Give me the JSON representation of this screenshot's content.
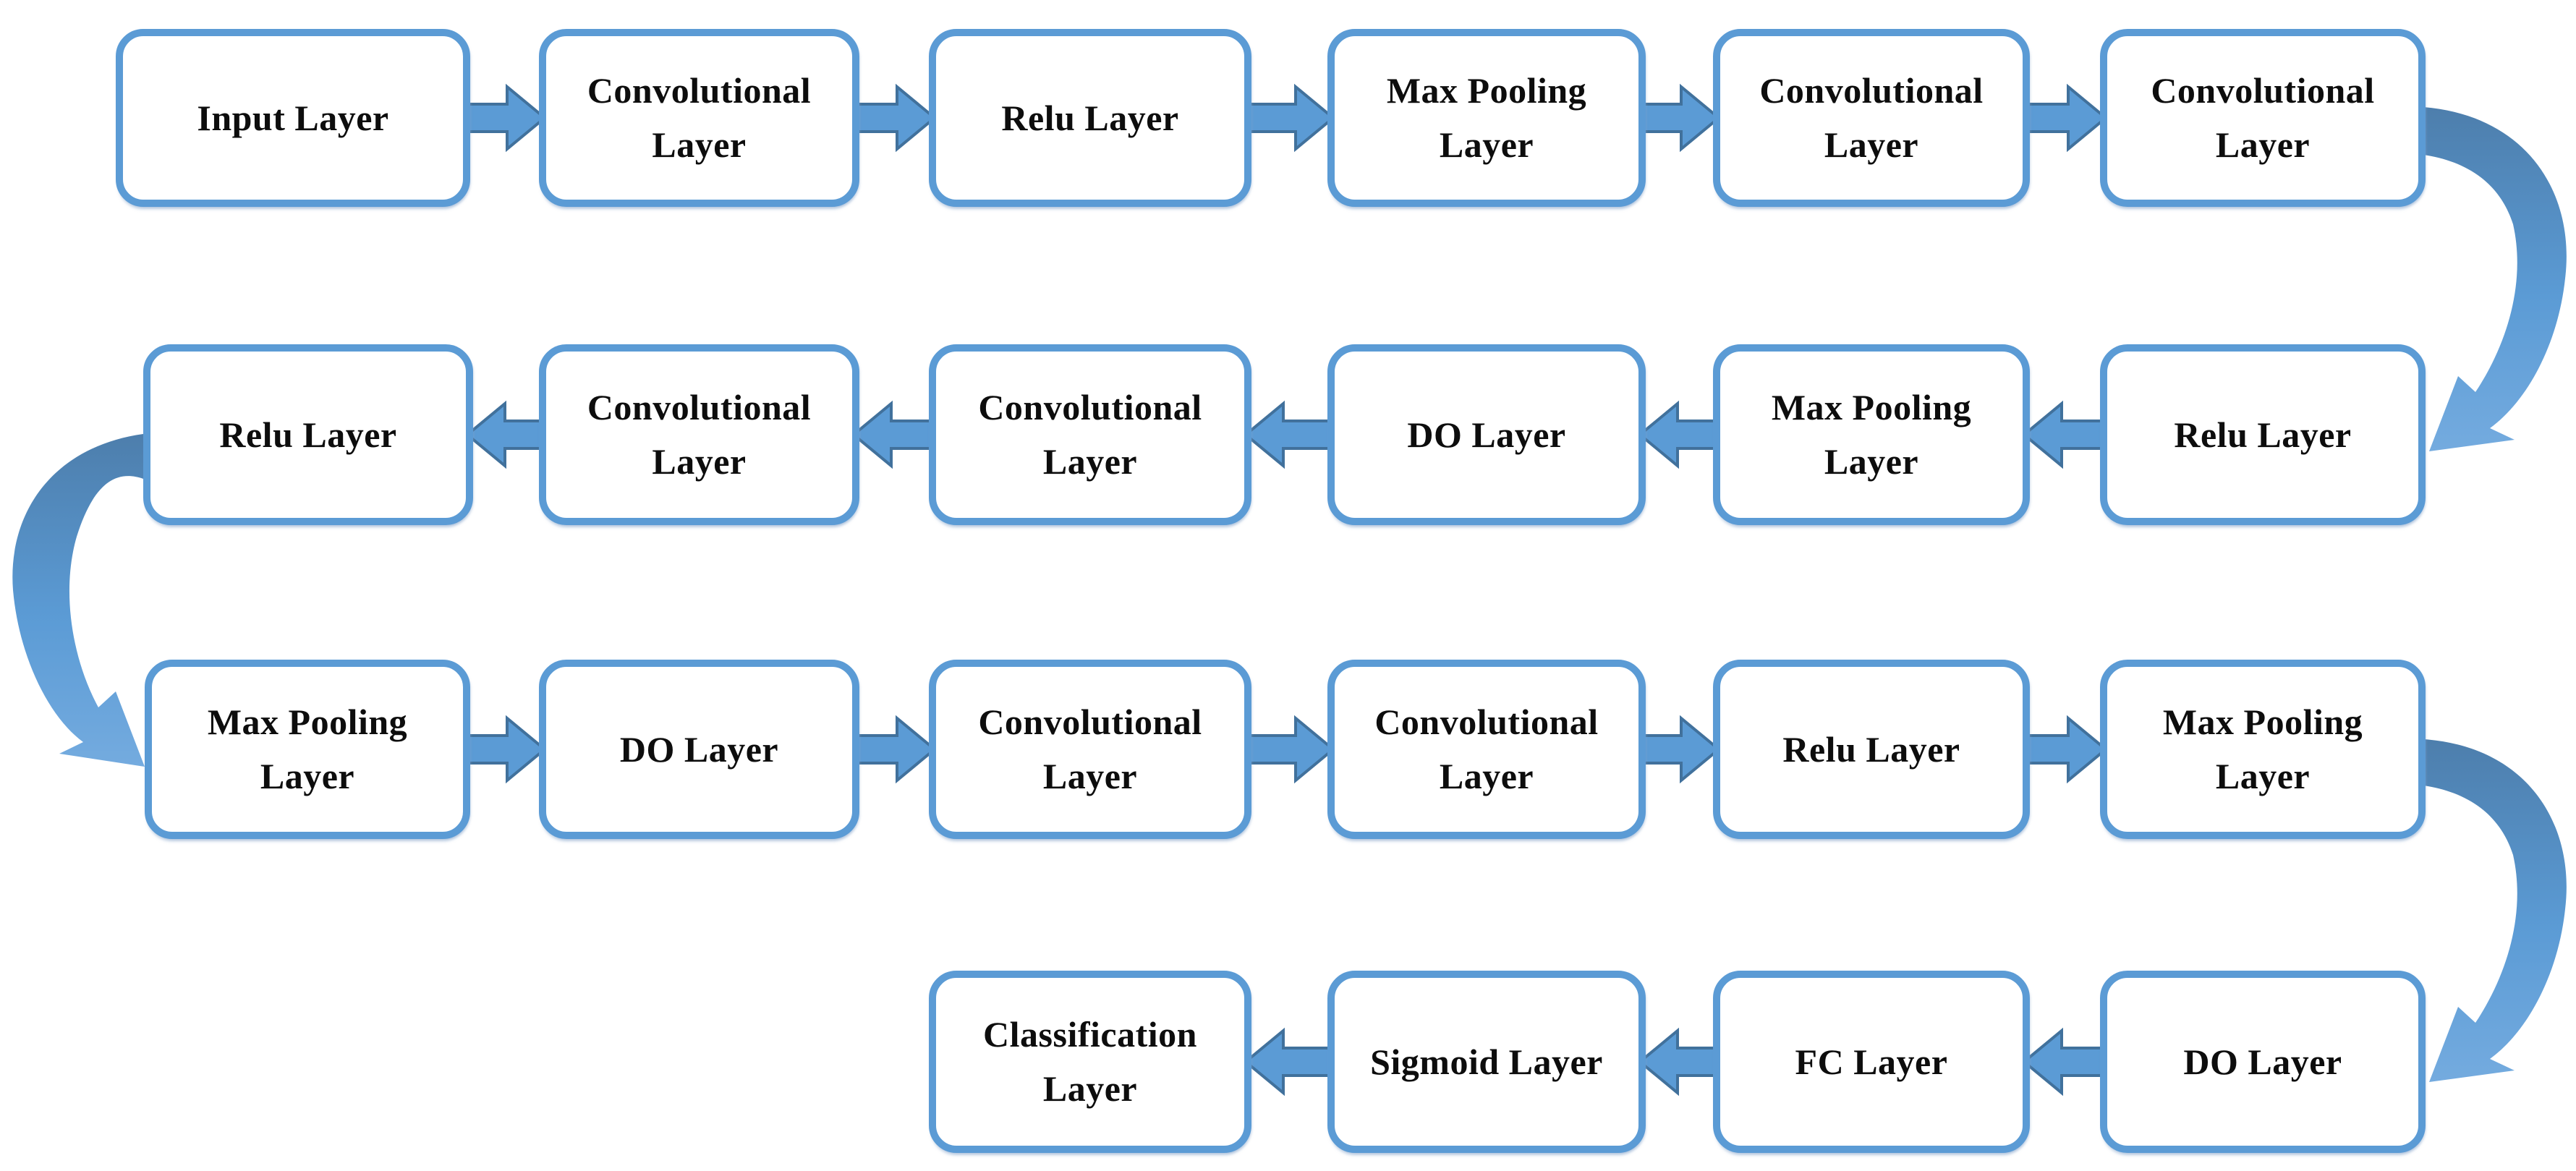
{
  "colors": {
    "background": "#ffffff",
    "box_border": "#5b9bd5",
    "box_fill": "#ffffff",
    "text": "#0d0d0d",
    "arrow_fill": "#5b9bd5",
    "arrow_outline": "#41719c",
    "curve_top": "#4d7eac",
    "curve_mid": "#5b9bd5",
    "curve_bottom": "#74abdf"
  },
  "rows": [
    {
      "name": "row-1",
      "flow": "left-to-right",
      "boxes": [
        {
          "label": "Input Layer"
        },
        {
          "label": "Convolutional Layer"
        },
        {
          "label": "Relu Layer"
        },
        {
          "label": "Max Pooling Layer"
        },
        {
          "label": "Convolutional Layer"
        },
        {
          "label": "Convolutional Layer"
        }
      ]
    },
    {
      "name": "row-2",
      "flow": "right-to-left",
      "boxes": [
        {
          "label": "Relu Layer"
        },
        {
          "label": "Convolutional Layer"
        },
        {
          "label": "Convolutional Layer"
        },
        {
          "label": "DO Layer"
        },
        {
          "label": "Max Pooling Layer"
        },
        {
          "label": "Relu Layer"
        }
      ]
    },
    {
      "name": "row-3",
      "flow": "left-to-right",
      "boxes": [
        {
          "label": "Max Pooling Layer"
        },
        {
          "label": "DO Layer"
        },
        {
          "label": "Convolutional Layer"
        },
        {
          "label": "Convolutional Layer"
        },
        {
          "label": "Relu Layer"
        },
        {
          "label": "Max Pooling Layer"
        }
      ]
    },
    {
      "name": "row-4",
      "flow": "right-to-left",
      "boxes": [
        {
          "label": "Classification Layer"
        },
        {
          "label": "Sigmoid Layer"
        },
        {
          "label": "FC Layer"
        },
        {
          "label": "DO Layer"
        }
      ]
    }
  ],
  "connectors": [
    {
      "from": "row-1",
      "to": "row-2",
      "side": "right",
      "shape": "curved-arrow"
    },
    {
      "from": "row-2",
      "to": "row-3",
      "side": "left",
      "shape": "curved-arrow"
    },
    {
      "from": "row-3",
      "to": "row-4",
      "side": "right",
      "shape": "curved-arrow"
    }
  ],
  "flow_sequence": [
    "Input Layer",
    "Convolutional Layer",
    "Relu Layer",
    "Max Pooling Layer",
    "Convolutional Layer",
    "Convolutional Layer",
    "Relu Layer",
    "Max Pooling Layer",
    "DO Layer",
    "Convolutional Layer",
    "Convolutional Layer",
    "Relu Layer",
    "Max Pooling Layer",
    "DO Layer",
    "Convolutional Layer",
    "Convolutional Layer",
    "Relu Layer",
    "Max Pooling Layer",
    "DO Layer",
    "FC Layer",
    "Sigmoid Layer",
    "Classification Layer"
  ]
}
